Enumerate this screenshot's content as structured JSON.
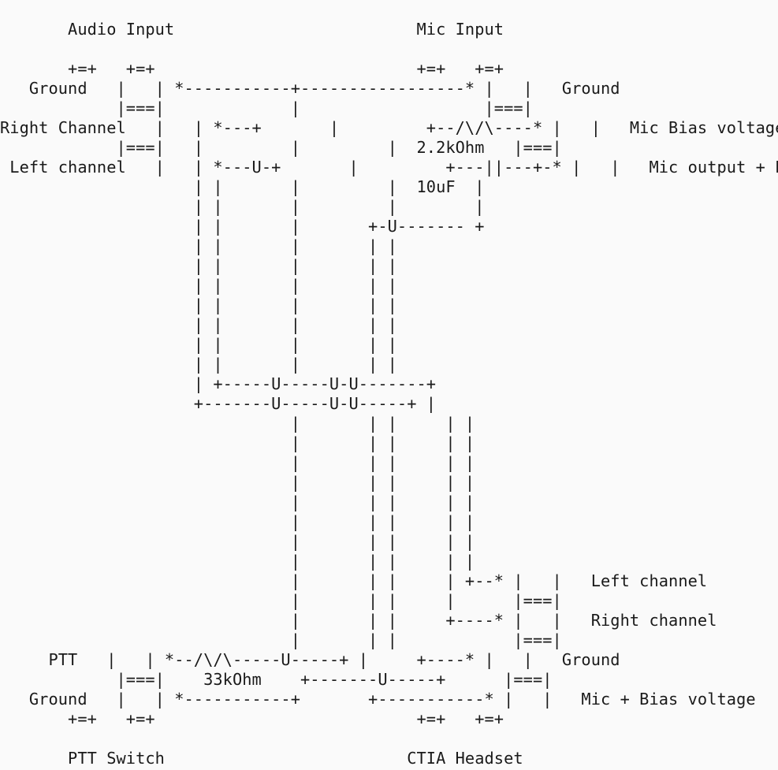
{
  "diagram": {
    "lines": [
      "",
      "       Audio Input                         Mic Input",
      "",
      "       +=+   +=+                           +=+   +=+",
      "   Ground   |   | *-----------+-----------------* |   |   Ground",
      "            |===|             |                   |===|",
      "Right Channel   |   | *---+       |         +--/\\/\\----* |   |   Mic Bias voltage",
      "            |===|   |         |         |  2.2kOhm   |===|",
      " Left channel   |   | *---U-+       |         +---||---+-* |   |   Mic output + PTT",
      "                    | |       |         |  10uF  |",
      "                    | |       |         |        |",
      "                    | |       |       +-U------- +",
      "                    | |       |       | |",
      "                    | |       |       | |",
      "                    | |       |       | |",
      "                    | |       |       | |",
      "                    | |       |       | |",
      "                    | |       |       | |",
      "                    | |       |       | |",
      "                    | +-----U-----U-U-------+",
      "                    +-------U-----U-U-----+ |",
      "                              |       | |     | |",
      "                              |       | |     | |",
      "                              |       | |     | |",
      "                              |       | |     | |",
      "                              |       | |     | |",
      "                              |       | |     | |",
      "                              |       | |     | |",
      "                              |       | |     | |",
      "                              |       | |     | +--* |   |   Left channel",
      "                              |       | |     |      |===|",
      "                              |       | |     +----* |   |   Right channel",
      "                              |       | |            |===|",
      "     PTT   |   | *--/\\/\\-----U-----+ |     +----* |   |   Ground",
      "            |===|    33kOhm    +-------U-----+      |===|",
      "   Ground   |   | *-----------+       +-----------* |   |   Mic + Bias voltage",
      "       +=+   +=+                           +=+   +=+",
      "",
      "       PTT Switch                         CTIA Headset"
    ]
  }
}
